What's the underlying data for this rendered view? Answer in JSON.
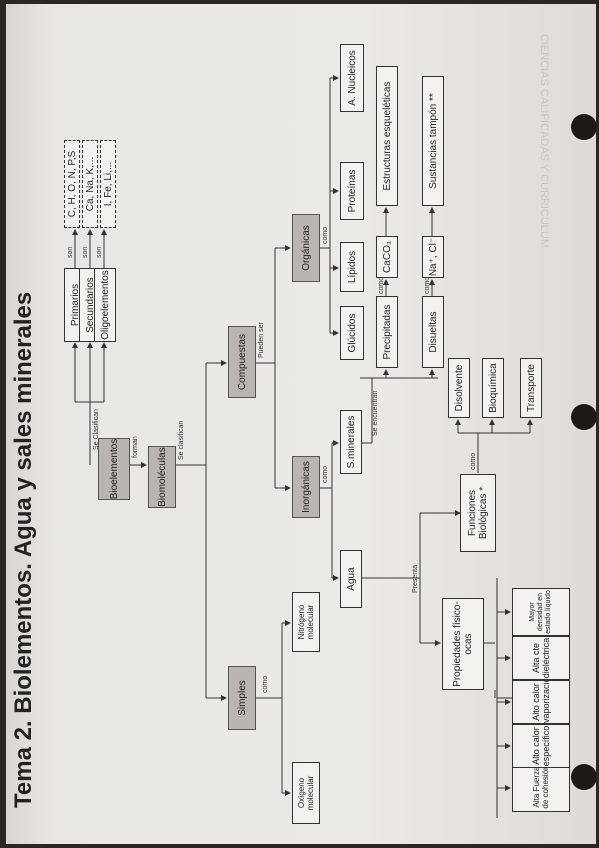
{
  "title": "Tema 2. Biolementos. Agua y sales minerales",
  "header_ghost": "CIENCIAS CALIFICADAS Y CURRICULUM",
  "boxes": {
    "bioelementos": "Bioelementos",
    "biomoleculas": "Biomoléculas",
    "primarios": "Primarios",
    "secundarios": "Secundarios",
    "oligoelementos": "Oligoelementos",
    "primarios_list": "C, H, O, N, P,S",
    "secundarios_list": "Ca, Na, K,...",
    "oligo_list": "I, Fe, Li,...",
    "compuestas": "Compuestas",
    "simples": "Simples",
    "organicas": "Orgánicas",
    "inorganicas": "Inorgánicas",
    "agua": "Agua",
    "s_minerales": "S.minerales",
    "glucidos": "Glúcidos",
    "lipidos": "Lípidos",
    "proteinas": "Proteínas",
    "a_nucleicos": "A. Nucleicos",
    "precipitadas": "Precipitadas",
    "disueltas": "Disueltas",
    "caco3": "CaCO₃",
    "na_cl": "Na⁺, Cl⁻",
    "estructuras": "Estructuras esqueléticas",
    "sustancias_tampon": "Sustancias tampón **",
    "funciones": "Funciones Biológicas *",
    "disolvente": "Disolvente",
    "bioquimica": "Bioquímica",
    "transporte": "Transporte",
    "propiedades": "Propiedades físico- ocas",
    "oxigeno": "Oxígeno molecular",
    "nitrogeno": "Nitrógeno molecular",
    "alta_fuerza": "Alta Fuerza de cohesión",
    "alto_calor_esp": "Alto calor específico",
    "alto_calor_vap": "Alto calor vaporización",
    "alta_cte": "Alta cte dieléctrica",
    "mayor_densidad": "Mayor densidad en estado líquido"
  },
  "links": {
    "forman": "forman",
    "se_clasifican": "Se Clasifican",
    "se_clasifican2": "Se clasifican",
    "son1": "son",
    "son2": "son",
    "son3": "son",
    "pueden_ser": "Pueden ser",
    "como1": "como",
    "como2": "como",
    "como3": "como",
    "como4": "como",
    "como5": "como",
    "como6": "como",
    "se_encuentran": "Se encuentran",
    "presenta": "Presenta"
  }
}
